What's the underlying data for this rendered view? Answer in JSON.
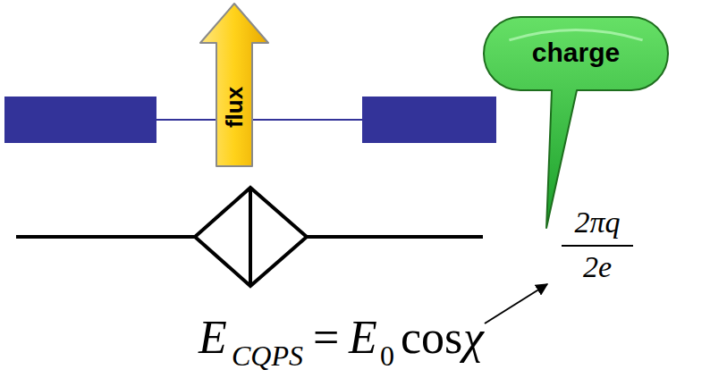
{
  "diagram": {
    "nodes": [
      {
        "text": [
          "flux"
        ]
      },
      {
        "text": [
          "charge"
        ]
      }
    ],
    "labels": [
      "E",
      "CQPS",
      "=",
      "E",
      "0",
      "cos",
      "χ",
      "2πq",
      "2e"
    ]
  }
}
